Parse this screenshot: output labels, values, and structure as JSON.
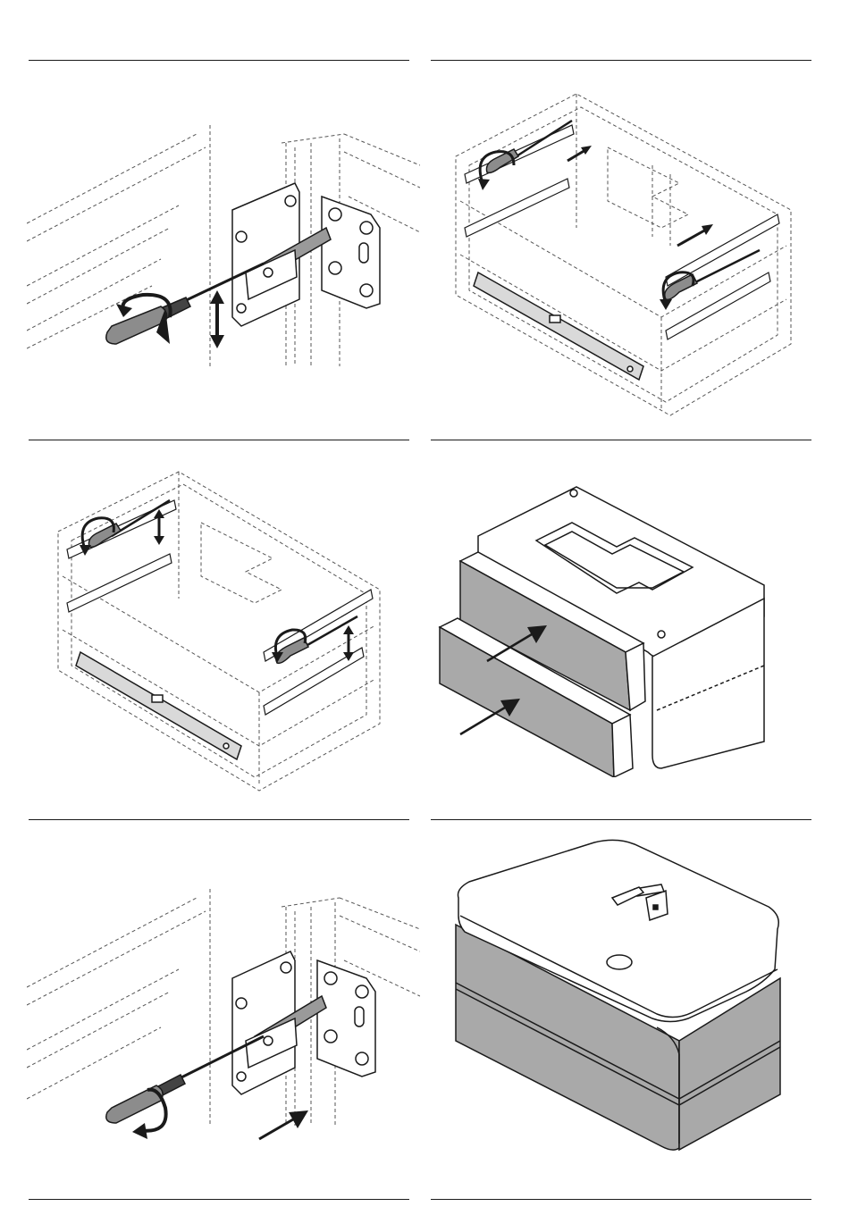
{
  "figure": {
    "panels": [
      {
        "id": "hinge-height-adjust",
        "icons": [
          "screwdriver-icon",
          "rotate-arrow-icon",
          "vertical-double-arrow-icon"
        ]
      },
      {
        "id": "cabinet-rail-adjust-top",
        "icons": [
          "screwdriver-icon",
          "rotate-arrow-icon",
          "diagonal-double-arrow-icon"
        ]
      },
      {
        "id": "cabinet-rail-adjust-vertical",
        "icons": [
          "screwdriver-icon",
          "rotate-arrow-icon",
          "vertical-double-arrow-icon"
        ]
      },
      {
        "id": "drawer-insert",
        "icons": [
          "push-arrow-icon"
        ]
      },
      {
        "id": "hinge-depth-adjust",
        "icons": [
          "screwdriver-icon",
          "rotate-arrow-icon",
          "push-arrow-icon"
        ]
      },
      {
        "id": "finished-cabinet",
        "icons": [
          "faucet-icon",
          "drain-hole-icon"
        ]
      }
    ]
  },
  "colors": {
    "line": "#1a1a1a",
    "dash": "#555555",
    "panel_fill": "#a9a9a9",
    "level_fill": "#d9d9d9",
    "handle_fill": "#8c8c8c",
    "paper": "#ffffff"
  }
}
